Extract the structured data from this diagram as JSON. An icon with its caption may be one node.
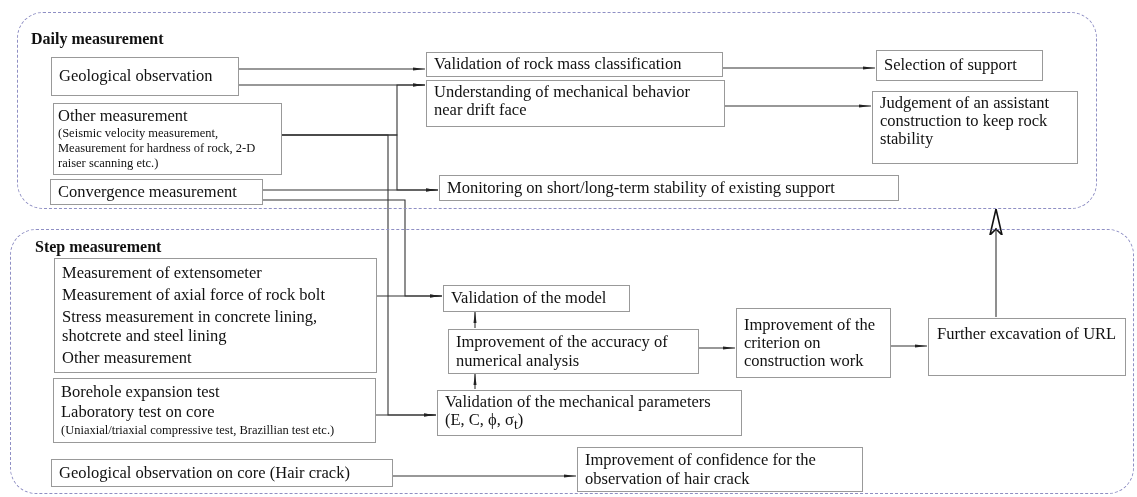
{
  "diagram": {
    "nodes": [
      {
        "text": [
          "Daily measurement"
        ]
      },
      {
        "text": [
          "Geological observation"
        ],
        "in": 0
      },
      {
        "text": [
          "Other measurement",
          "(Seismic velocity measurement, Measurement for hardness of rock, 2-D raiser scanning etc.)"
        ],
        "in": 0
      },
      {
        "text": [
          "Convergence measurement"
        ],
        "in": 0
      },
      {
        "text": [
          "Validation of rock mass classification"
        ],
        "in": 0
      },
      {
        "text": [
          "Understanding of mechanical behavior near drift face"
        ],
        "in": 0
      },
      {
        "text": [
          "Monitoring on short/long-term stability of existing support"
        ],
        "in": 0
      },
      {
        "text": [
          "Selection of support"
        ],
        "in": 0
      },
      {
        "text": [
          "Judgement of an assistant construction to keep rock stability"
        ],
        "in": 0
      },
      {
        "text": [
          "Step measurement"
        ]
      },
      {
        "text": [
          "Measurement of extensometer",
          "Measurement of axial force of rock bolt",
          "Stress measurement in concrete lining, shotcrete and steel lining",
          "Other measurement"
        ],
        "in": 9
      },
      {
        "text": [
          "Borehole expansion test",
          "Laboratory test on core",
          "(Uniaxial/triaxial compressive test, Brazillian test etc.)"
        ],
        "in": 9
      },
      {
        "text": [
          "Geological observation on core (Hair crack)"
        ],
        "in": 9
      },
      {
        "text": [
          "Validation of the model"
        ],
        "in": 9
      },
      {
        "text": [
          "Improvement of the accuracy of numerical analysis"
        ],
        "in": 9
      },
      {
        "text": [
          "Validation of the mechanical parameters",
          "(E, C, ϕ, σ$_{t}$)"
        ],
        "in": 9
      },
      {
        "text": [
          "Improvement of the criterion on construction work"
        ],
        "in": 9
      },
      {
        "text": [
          "Further excavation of URL"
        ],
        "in": 9
      },
      {
        "text": [
          "Improvement of confidence for the observation of hair crack"
        ],
        "in": 9
      }
    ],
    "edges": [
      {
        "from": 1,
        "to": 4,
        "arrow": "to"
      },
      {
        "from": 1,
        "to": 5,
        "arrow": "to"
      },
      {
        "from": 2,
        "to": 5,
        "arrow": "to"
      },
      {
        "from": 2,
        "to": 6,
        "arrow": "to"
      },
      {
        "from": 3,
        "to": 6,
        "arrow": "to"
      },
      {
        "from": 2,
        "to": 15,
        "arrow": "to"
      },
      {
        "from": 3,
        "to": 13,
        "arrow": "to"
      },
      {
        "from": 10,
        "to": 13,
        "arrow": "to"
      },
      {
        "from": 11,
        "to": 15,
        "arrow": "to"
      },
      {
        "from": 4,
        "to": 7,
        "arrow": "to"
      },
      {
        "from": 5,
        "to": 8,
        "arrow": "to"
      },
      {
        "from": 14,
        "to": 13,
        "arrow": "to"
      },
      {
        "from": 15,
        "to": 14,
        "arrow": "to"
      },
      {
        "from": 14,
        "to": 16,
        "arrow": "to"
      },
      {
        "from": 16,
        "to": 17,
        "arrow": "to"
      },
      {
        "from": 17,
        "to": 0,
        "arrow": "to"
      },
      {
        "from": 12,
        "to": 18,
        "arrow": "to"
      }
    ]
  }
}
